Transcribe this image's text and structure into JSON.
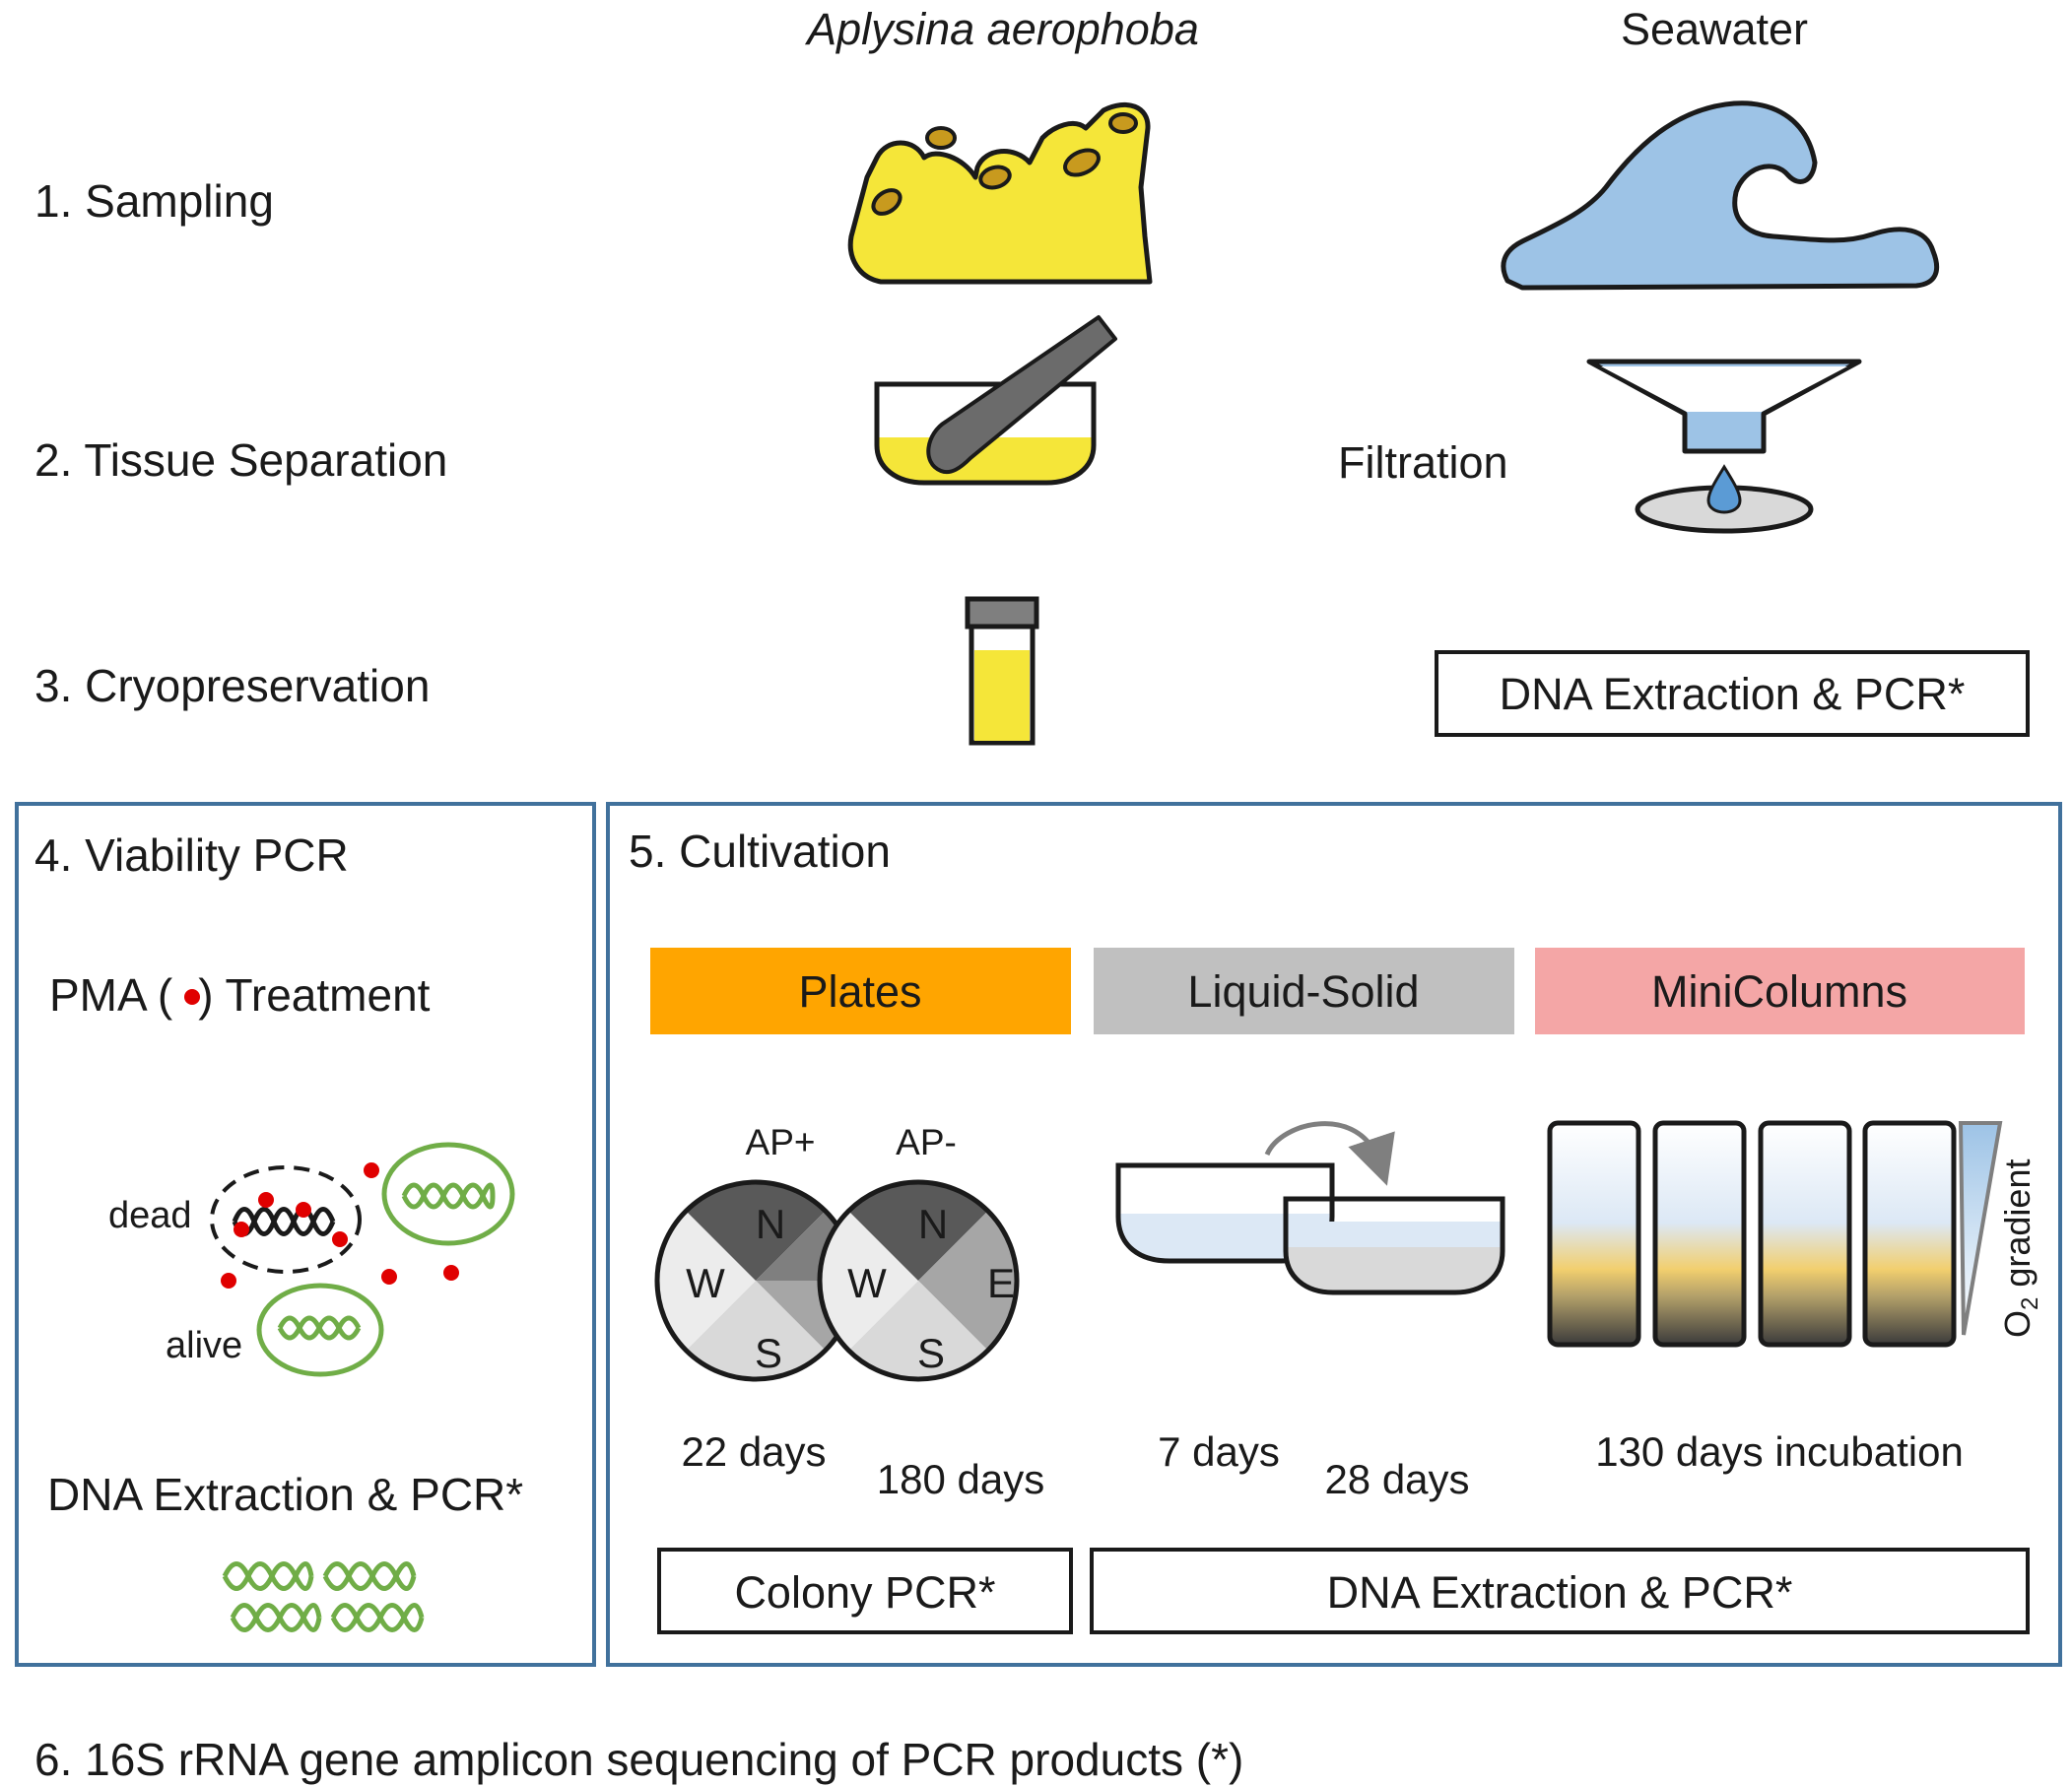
{
  "headers": {
    "sponge": "Aplysina aerophoba",
    "seawater": "Seawater"
  },
  "steps": {
    "s1": "1. Sampling",
    "s2": "2. Tissue Separation",
    "s3": "3. Cryopreservation",
    "s4": "4. Viability PCR",
    "s5": "5. Cultivation",
    "s6": "6. 16S rRNA gene amplicon sequencing of PCR products (*)"
  },
  "filtration": "Filtration",
  "seawater_dna": "DNA Extraction & PCR*",
  "viability": {
    "pma_prefix": "PMA (",
    "pma_suffix": ") Treatment",
    "dead": "dead",
    "alive": "alive",
    "dna": "DNA Extraction & PCR*"
  },
  "cultivation": {
    "methods": {
      "plates": "Plates",
      "liquid_solid": "Liquid-Solid",
      "minicolumns": "MiniColumns"
    },
    "plate_left": {
      "label": "AP+",
      "n": "N",
      "w": "W",
      "s": "S"
    },
    "plate_right": {
      "label": "AP-",
      "n": "N",
      "w": "W",
      "e": "E",
      "s": "S"
    },
    "durations": {
      "d22": "22 days",
      "d180": "180 days",
      "d7": "7 days",
      "d28": "28 days",
      "d130": "130 days incubation"
    },
    "o2_prefix": "O",
    "o2_sub": "2",
    "o2_suffix": " gradient",
    "colony_pcr": "Colony PCR*",
    "dna": "DNA Extraction & PCR*"
  },
  "colors": {
    "sponge_yellow": "#f5e639",
    "water_blue": "#9dc3e6",
    "box_border": "#41719c",
    "plates": "#ffa500",
    "liquid_solid": "#c0c0c0",
    "minicolumns": "#f4a6a6",
    "pma_dot": "#e00000",
    "dna_green": "#70ad47"
  }
}
